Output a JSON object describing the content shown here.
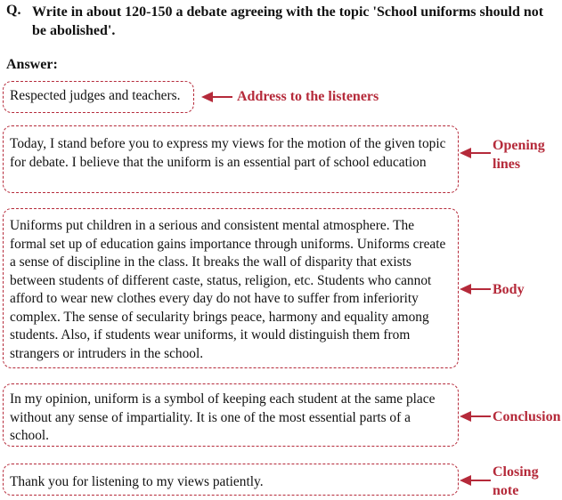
{
  "question": {
    "label": "Q.",
    "text": "Write in about 120-150 a debate agreeing with the topic 'School uniforms should not be abolished'."
  },
  "answer_label": "Answer:",
  "sections": {
    "address": {
      "text": "Respected judges and teachers.",
      "tag": "Address to the listeners"
    },
    "opening": {
      "text": "Today, I stand before you to express my views for the motion of the given topic for debate. I believe that the uniform is an essential part of school education",
      "tag_line1": "Opening",
      "tag_line2": "lines"
    },
    "body": {
      "text": "Uniforms put children in a serious and consistent mental atmosphere. The formal set up of education gains importance through uniforms. Uniforms create a sense of discipline in the class. It breaks the wall of disparity that exists between students of different caste, status, religion, etc. Students who cannot afford to wear new clothes every day do not have to suffer from inferiority complex. The sense of secularity brings peace, harmony and equality among students. Also, if students wear uniforms, it would distinguish them from strangers or intruders in the school.",
      "tag": "Body"
    },
    "conclusion": {
      "text": "In my opinion, uniform is a symbol of keeping each student at the same place without any sense of impartiality. It is one of the most essential parts of a school.",
      "tag": "Conclusion"
    },
    "closing": {
      "text": "Thank you for listening to my views patiently.",
      "tag_line1": "Closing",
      "tag_line2": "note"
    }
  },
  "colors": {
    "accent": "#b52a3a",
    "text": "#111111"
  },
  "icons": [
    "left-arrow-icon"
  ]
}
